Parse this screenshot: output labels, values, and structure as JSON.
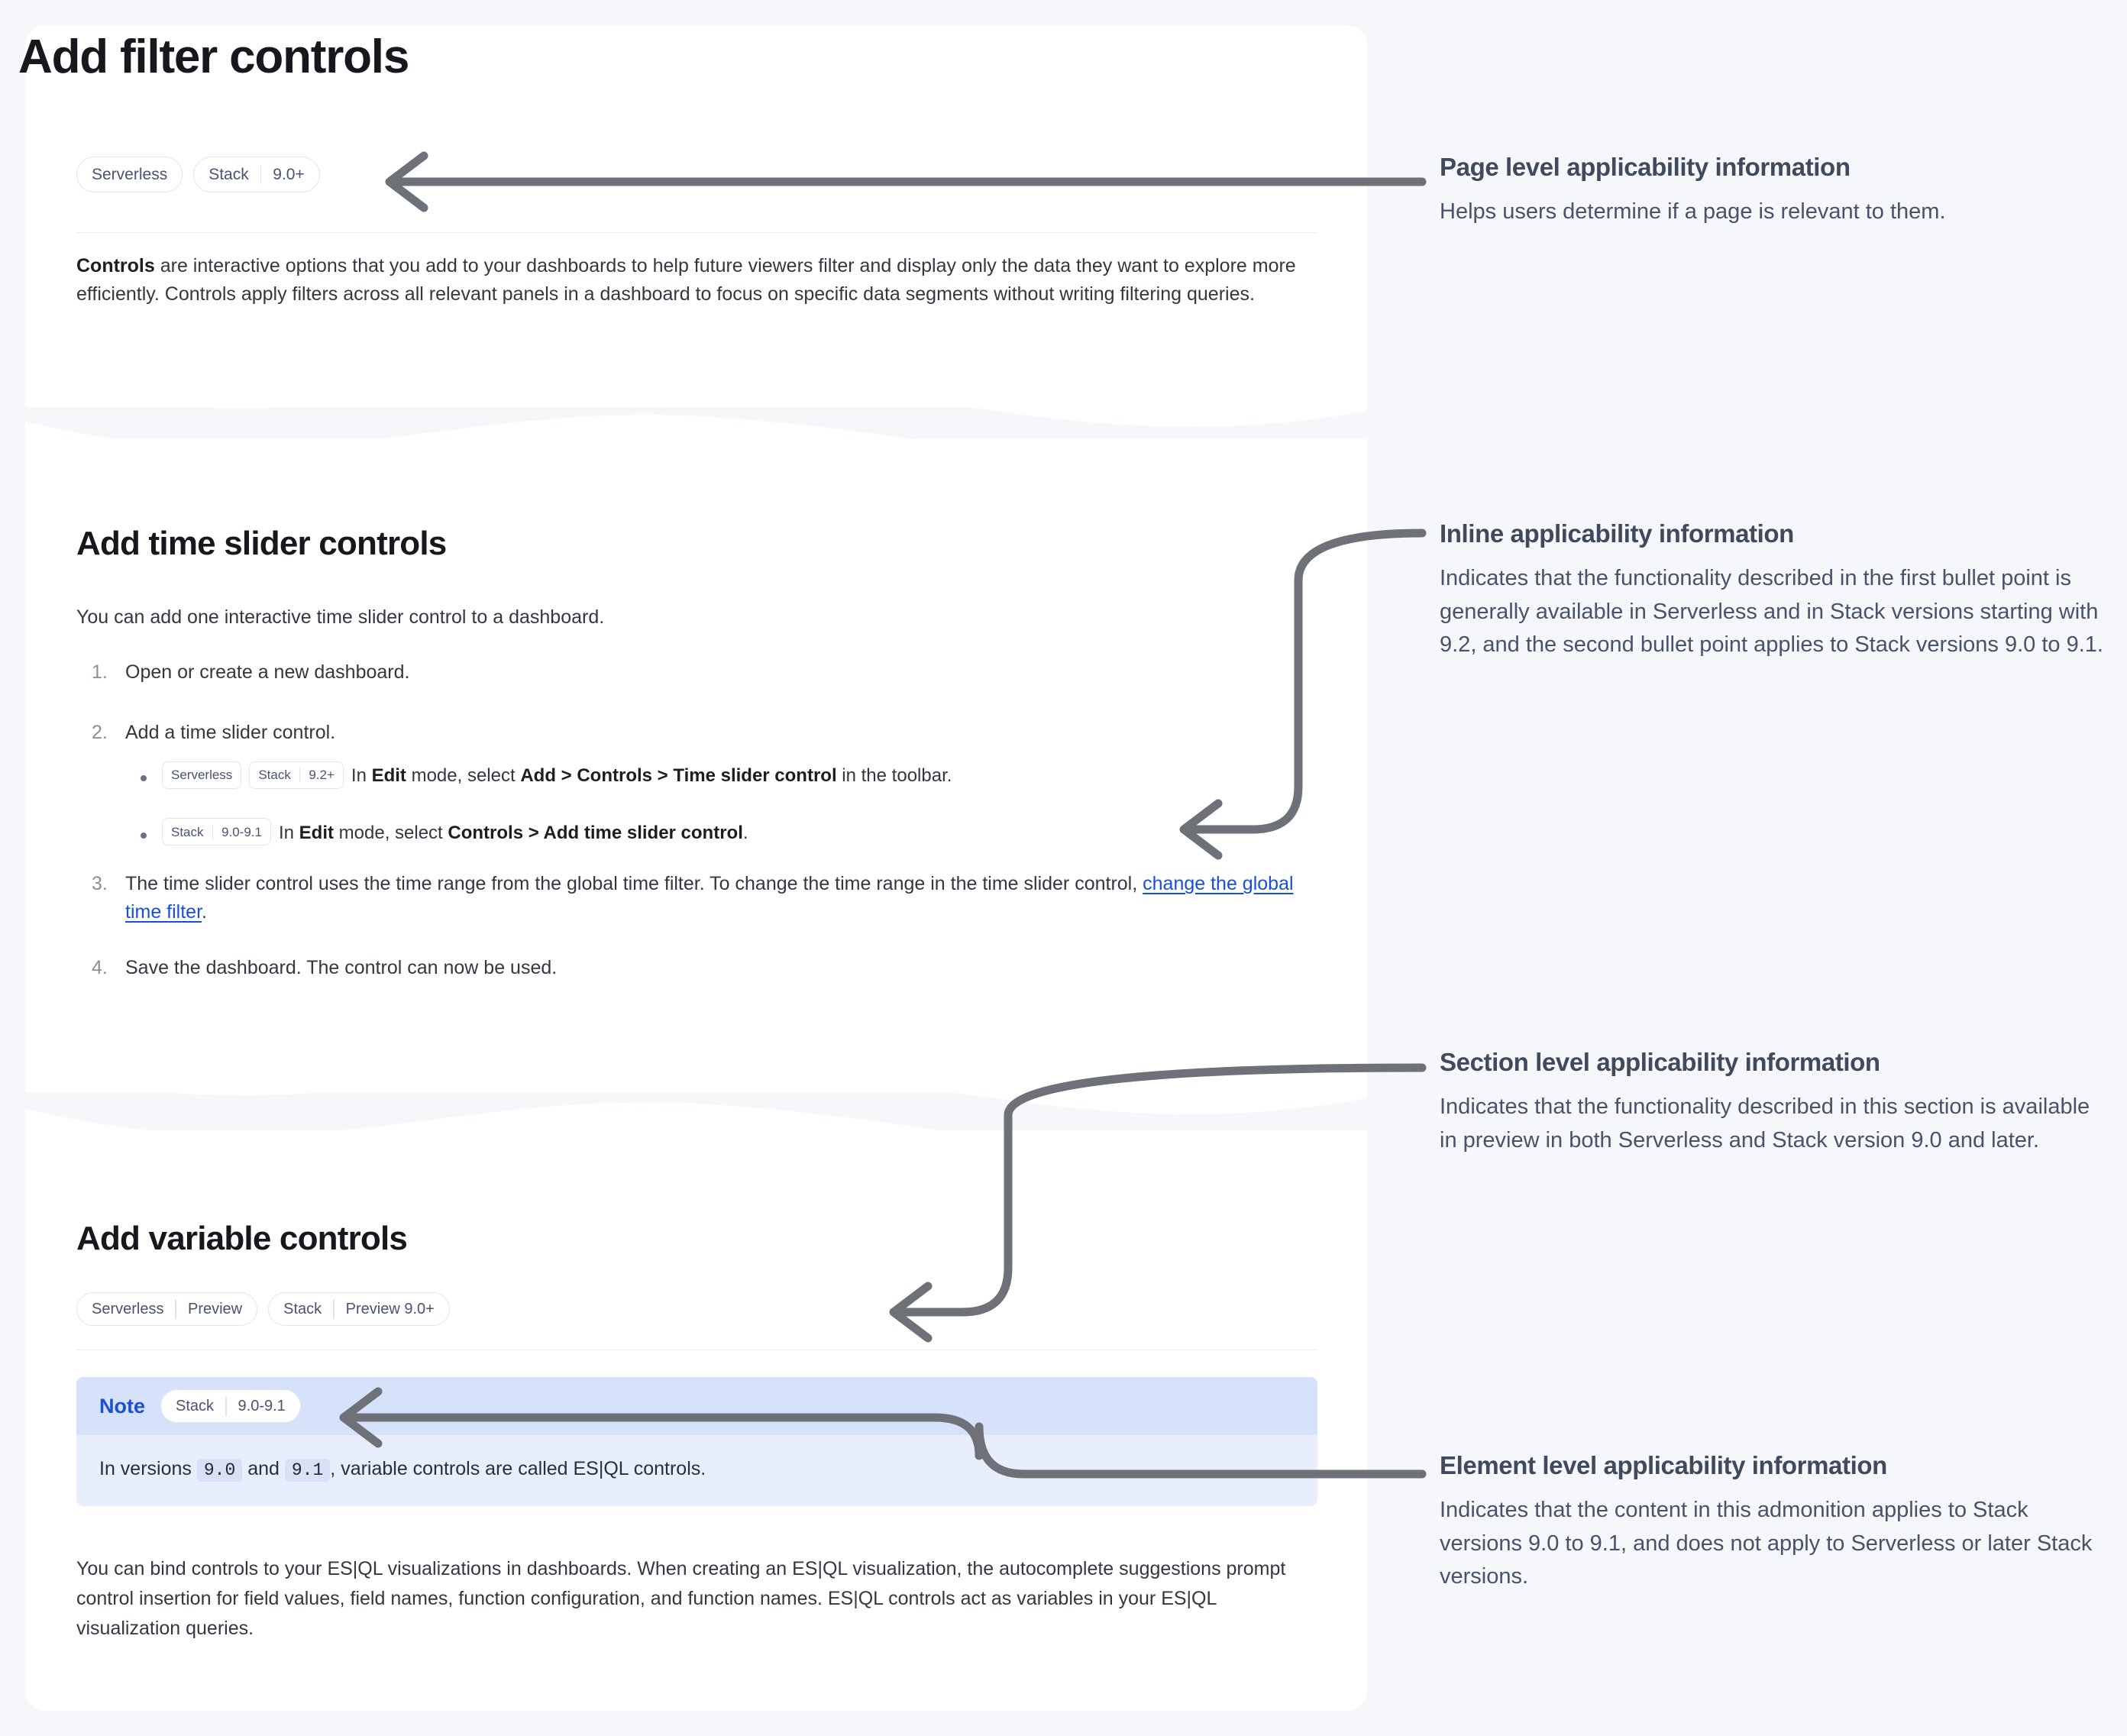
{
  "doc": {
    "page_title": "Add filter controls",
    "page_badges": [
      {
        "name": "Serverless"
      },
      {
        "name": "Stack",
        "version": "9.0+"
      }
    ],
    "intro": {
      "lead": "Controls",
      "rest": " are interactive options that you add to your dashboards to help future viewers filter and display only the data they want to explore more efficiently. Controls apply filters across all relevant panels in a dashboard to focus on specific data segments without writing filtering queries."
    },
    "section_time_slider": {
      "title": "Add time slider controls",
      "intro": "You can add one interactive time slider control to a dashboard.",
      "steps": [
        {
          "text": "Open or create a new dashboard."
        },
        {
          "text": "Add a time slider control.",
          "bullets": [
            {
              "badges": [
                {
                  "name": "Serverless"
                },
                {
                  "name": "Stack",
                  "version": "9.2+"
                }
              ],
              "parts": [
                {
                  "t": "In ",
                  "b": false
                },
                {
                  "t": "Edit",
                  "b": true
                },
                {
                  "t": " mode, select ",
                  "b": false
                },
                {
                  "t": "Add > Controls > Time slider control",
                  "b": true
                },
                {
                  "t": " in the toolbar.",
                  "b": false
                }
              ]
            },
            {
              "badges": [
                {
                  "name": "Stack",
                  "version": "9.0-9.1"
                }
              ],
              "parts": [
                {
                  "t": "In ",
                  "b": false
                },
                {
                  "t": "Edit",
                  "b": true
                },
                {
                  "t": " mode, select ",
                  "b": false
                },
                {
                  "t": "Controls > Add time slider control",
                  "b": true
                },
                {
                  "t": ".",
                  "b": false
                }
              ]
            }
          ]
        },
        {
          "text_before_link": "The time slider control uses the time range from the global time filter. To change the time range in the time slider control, ",
          "link_text": "change the global time filter",
          "text_after_link": "."
        },
        {
          "text": "Save the dashboard. The control can now be used."
        }
      ]
    },
    "section_variable": {
      "title": "Add variable controls",
      "badges": [
        {
          "name": "Serverless",
          "version": "Preview"
        },
        {
          "name": "Stack",
          "version": "Preview 9.0+"
        }
      ],
      "note": {
        "label": "Note",
        "badges": [
          {
            "name": "Stack",
            "version": "9.0-9.1"
          }
        ],
        "text_1": "In versions ",
        "code_1": "9.0",
        "text_2": " and ",
        "code_2": "9.1",
        "text_3": ", variable controls are called ES|QL controls."
      },
      "body": "You can bind controls to your ES|QL visualizations in dashboards. When creating an ES|QL visualization, the autocomplete suggestions prompt control insertion for field values, field names, function configuration, and function names. ES|QL controls act as variables in your ES|QL visualization queries."
    }
  },
  "annotations": [
    {
      "id": "page-level",
      "title": "Page level applicability information",
      "body": "Helps users determine if a page is relevant to them."
    },
    {
      "id": "inline",
      "title": "Inline applicability information",
      "body": "Indicates that the functionality described in the first bullet point is generally available in Serverless and in Stack versions starting with 9.2, and the second bullet point applies to Stack versions 9.0 to 9.1."
    },
    {
      "id": "section-level",
      "title": "Section level applicability information",
      "body": "Indicates that the functionality described in this section is available in preview in both Serverless and Stack version 9.0 and later."
    },
    {
      "id": "element-level",
      "title": "Element level applicability information",
      "body": "Indicates that the content in this admonition applies to Stack versions 9.0 to 9.1, and does not apply to Serverless or later Stack versions."
    }
  ],
  "colors": {
    "page_background": "#f5f7fb",
    "panel_background": "#ffffff",
    "annotation_text": "#47536a",
    "annotation_title": "#3f4a5c",
    "connector": "#6e7278",
    "link": "#1750d8",
    "note_header": "#d6e1fa",
    "note_body": "#e8eefc",
    "note_label": "#1d4fd8",
    "badge_text": "#4a5372",
    "badge_border": "#e3e6ec"
  }
}
